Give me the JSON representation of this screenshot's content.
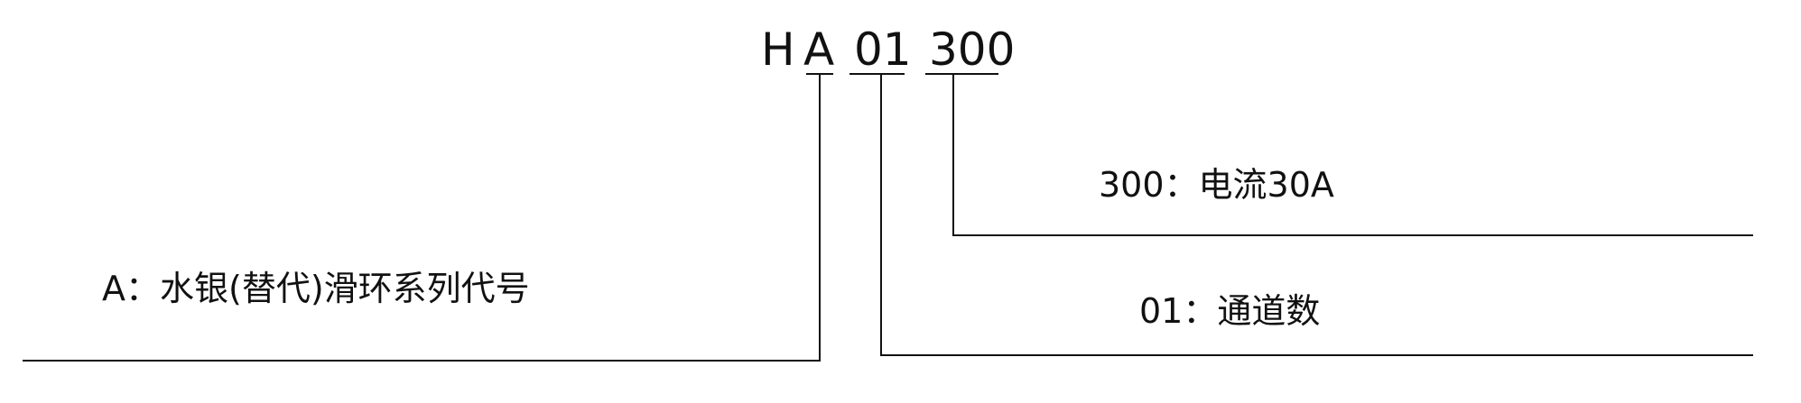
{
  "code": {
    "h": "H",
    "a": "A",
    "ch": "01",
    "cur": "300"
  },
  "labels": {
    "current": "300：电流30A",
    "channels": "01：通道数",
    "series": "A：水银(替代)滑环系列代号"
  }
}
